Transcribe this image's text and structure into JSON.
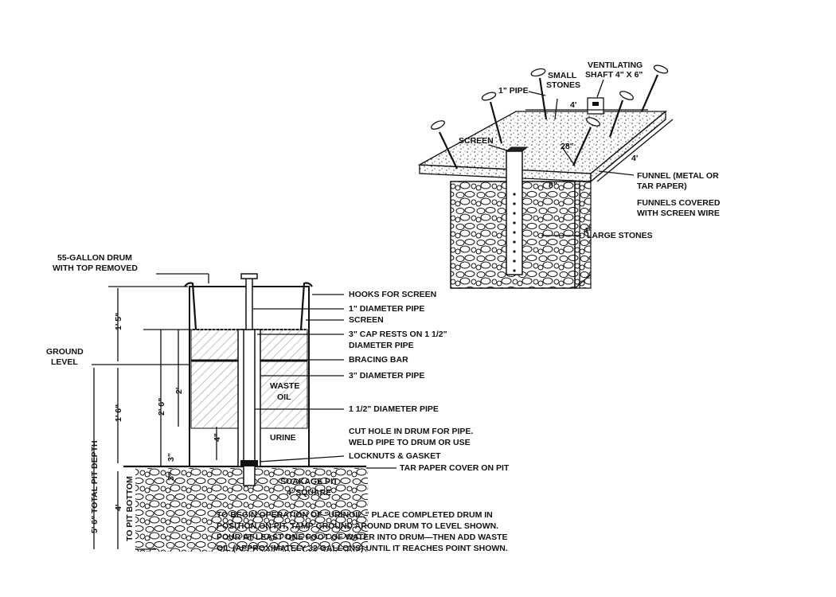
{
  "top_view": {
    "labels": {
      "ventilating_1": "VENTILATING",
      "ventilating_2": "SHAFT 4\" X 6\"",
      "small_stones_1": "SMALL",
      "small_stones_2": "STONES",
      "pipe_1in": "1\" PIPE",
      "screen": "SCREEN",
      "funnel_1": "FUNNEL (METAL OR",
      "funnel_2": "TAR PAPER)",
      "funnels_covered_1": "FUNNELS COVERED",
      "funnels_covered_2": "WITH SCREEN WIRE",
      "large_stones": "LARGE STONES"
    },
    "dims": {
      "width": "4'",
      "depth_side": "4'",
      "height": "4'",
      "funnel_spacing": "28\"",
      "shaft_depth": "8\""
    }
  },
  "drum_view": {
    "labels": {
      "drum_1": "55-GALLON DRUM",
      "drum_2": "WITH TOP REMOVED",
      "ground_1": "GROUND",
      "ground_2": "LEVEL",
      "hooks": "HOOKS FOR SCREEN",
      "pipe_1in": "1\" DIAMETER PIPE",
      "screen": "SCREEN",
      "cap_1": "3\" CAP RESTS ON 1 1/2\"",
      "cap_2": "DIAMETER PIPE",
      "bracing": "BRACING BAR",
      "pipe_3in": "3\" DIAMETER PIPE",
      "pipe_15in": "1 1/2\" DIAMETER PIPE",
      "cut_1": "CUT HOLE IN DRUM FOR PIPE.",
      "cut_2": "WELD PIPE TO DRUM OR USE",
      "cut_3": "LOCKNUTS & GASKET",
      "tar": "TAR PAPER COVER ON PIT",
      "waste_oil_1": "WASTE",
      "waste_oil_2": "OIL",
      "urine": "URINE",
      "soakage_1": "SOAKAGE PIT",
      "soakage_2": "4' SQUARE"
    },
    "dims": {
      "d1": "1' 5\"",
      "d2": "1' 6\"",
      "d3": "4'",
      "total": "5' 6\" TOTAL PIT DEPTH",
      "pit_bottom": "TO PIT BOTTOM",
      "d26": "2' 6\"",
      "d2ft": "2'",
      "d4in": "4\"",
      "d3in_a": "3\"",
      "d3in_b": "3\""
    },
    "instructions": [
      "TO BEGIN OPERATION OF \"URINOIL,\" PLACE COMPLETED DRUM IN",
      "POSITION ON PIT.  TAMP GROUND AROUND DRUM TO LEVEL SHOWN.",
      "POUR AT LEAST ONE FOOT OF WATER INTO DRUM—THEN ADD WASTE",
      "OIL (APPROXIMATELY 32 GALLONS) UNTIL IT REACHES POINT SHOWN."
    ]
  }
}
